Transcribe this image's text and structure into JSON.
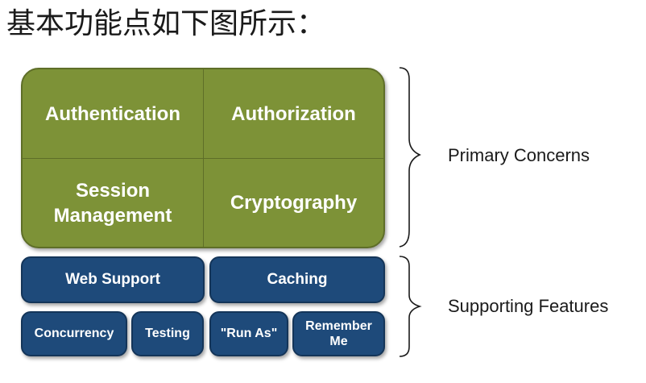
{
  "heading": "基本功能点如下图所示：",
  "primary_concerns": {
    "label": "Primary Concerns",
    "items": [
      "Authentication",
      "Authorization",
      "Session\nManagement",
      "Cryptography"
    ]
  },
  "supporting_features": {
    "label": "Supporting Features",
    "items": [
      "Web Support",
      "Caching",
      "Concurrency",
      "Testing",
      "\"Run As\"",
      "Remember\nMe"
    ]
  },
  "colors": {
    "primary_fill": "#7d9237",
    "supporting_fill": "#1e4a7a",
    "text_on_box": "#ffffff"
  }
}
